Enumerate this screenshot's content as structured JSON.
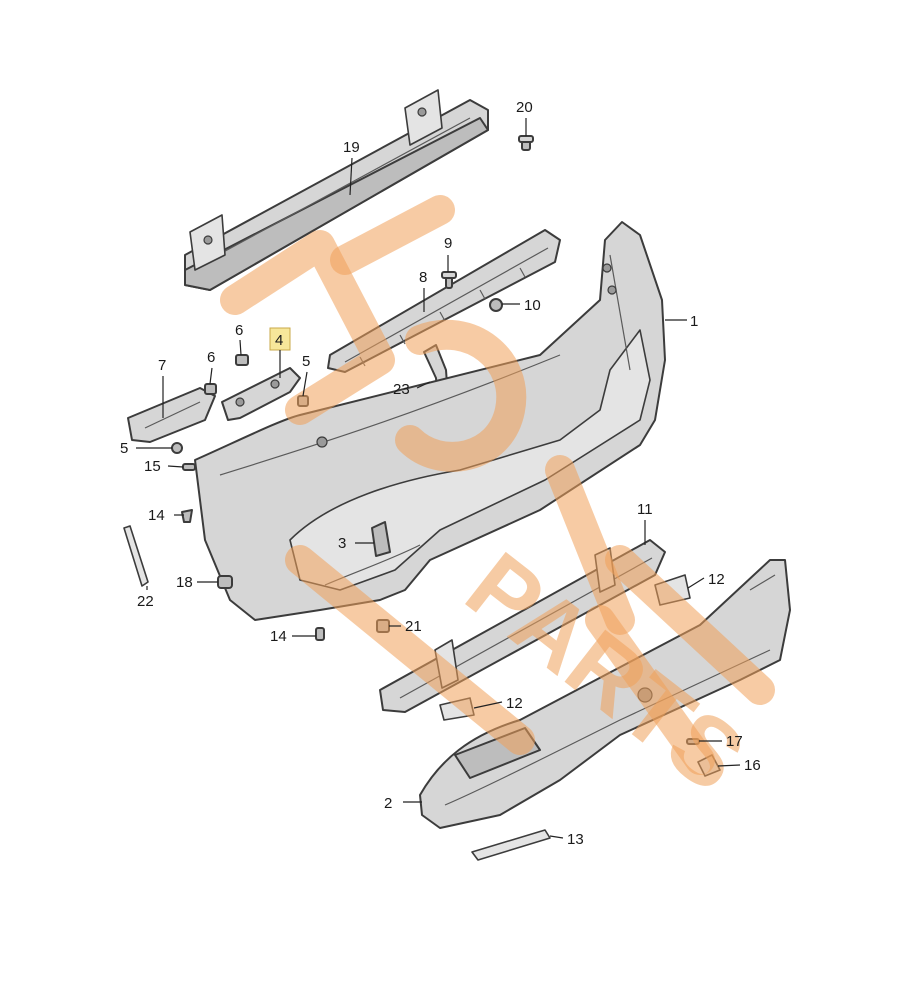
{
  "watermark": {
    "text": "PARTS",
    "color": "#f0a15a"
  },
  "highlight_color": "#f7e79a",
  "callouts": {
    "c1": "1",
    "c2": "2",
    "c3": "3",
    "c4": "4",
    "c5a": "5",
    "c5b": "5",
    "c6a": "6",
    "c6b": "6",
    "c7": "7",
    "c8": "8",
    "c9": "9",
    "c10": "10",
    "c11": "11",
    "c12a": "12",
    "c12b": "12",
    "c13": "13",
    "c14a": "14",
    "c14b": "14",
    "c15": "15",
    "c16": "16",
    "c17": "17",
    "c18": "18",
    "c19": "19",
    "c20": "20",
    "c21": "21",
    "c22": "22",
    "c23": "23"
  }
}
